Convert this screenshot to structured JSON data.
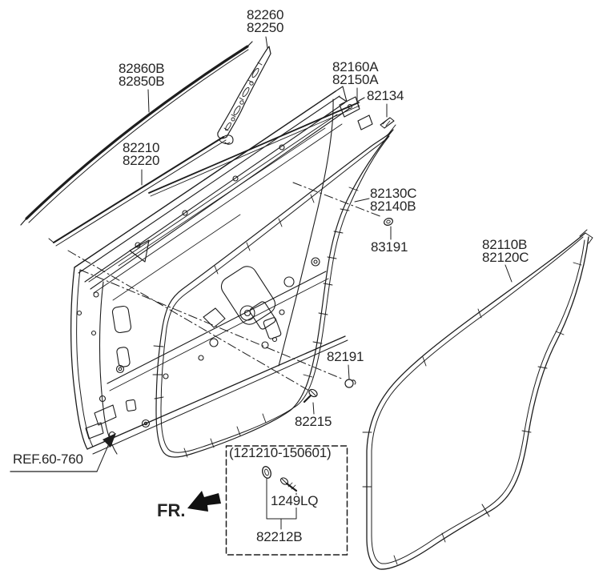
{
  "colors": {
    "background": "#ffffff",
    "line": "#1d1d1d",
    "text": "#252525"
  },
  "callouts": {
    "c82260": {
      "line1": "82260",
      "line2": "82250"
    },
    "c82860": {
      "line1": "82860B",
      "line2": "82850B"
    },
    "c82160": {
      "line1": "82160A",
      "line2": "82150A"
    },
    "c82134": {
      "line1": "82134"
    },
    "c82210": {
      "line1": "82210",
      "line2": "82220"
    },
    "c82130": {
      "line1": "82130C",
      "line2": "82140B"
    },
    "c83191": {
      "line1": "83191"
    },
    "c82110": {
      "line1": "82110B",
      "line2": "82120C"
    },
    "c82191": {
      "line1": "82191"
    },
    "c82215": {
      "line1": "82215"
    }
  },
  "ref": {
    "label": "REF.60-760"
  },
  "front_marker": {
    "label": "FR."
  },
  "inset": {
    "range": "(121210-150601)",
    "fastener_code": "1249LQ",
    "part_number": "82212B"
  }
}
